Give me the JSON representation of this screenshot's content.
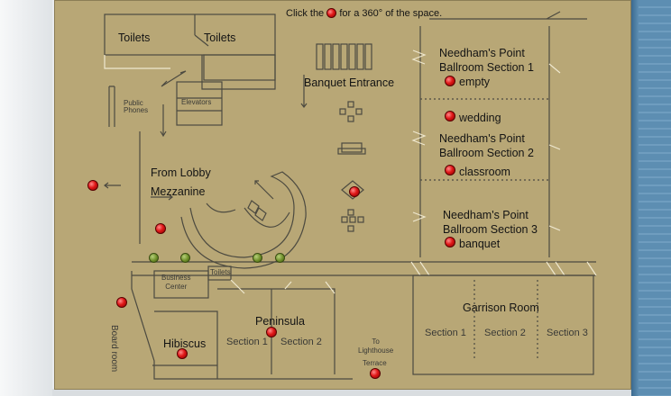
{
  "header": {
    "prefix": "Click the",
    "suffix": "for a 360° of the space."
  },
  "labels": {
    "toilets_left": "Toilets",
    "toilets_right": "Toilets",
    "public_phones": "Public\nPhones",
    "elevators": "Elevators",
    "banquet_entrance": "Banquet Entrance",
    "from_lobby": "From Lobby",
    "mezzanine": "Mezzanine",
    "ballroom1": "Needham's Point\nBallroom Section 1",
    "ballroom2": "Needham's Point\nBallroom Section 2",
    "ballroom3": "Needham's Point\nBallroom Section 3",
    "empty": "empty",
    "wedding": "wedding",
    "classroom": "classroom",
    "banquet": "banquet",
    "business_center": "Business\nCenter",
    "toilets_small": "Toilets",
    "board_room": "Board room",
    "peninsula": "Peninsula",
    "section1_pen": "Section 1",
    "section2_pen": "Section 2",
    "hibiscus": "Hibiscus",
    "lighthouse": "To\nLighthouse",
    "terrace": "Terrace",
    "garrison_room": "Garrison Room",
    "garrison_s1": "Section 1",
    "garrison_s2": "Section 2",
    "garrison_s3": "Section 3"
  },
  "colors": {
    "background": "#b8a776",
    "hotspot": "#e01818",
    "marker": "#6f8f2a",
    "sidebar": "#5d8eb2"
  }
}
